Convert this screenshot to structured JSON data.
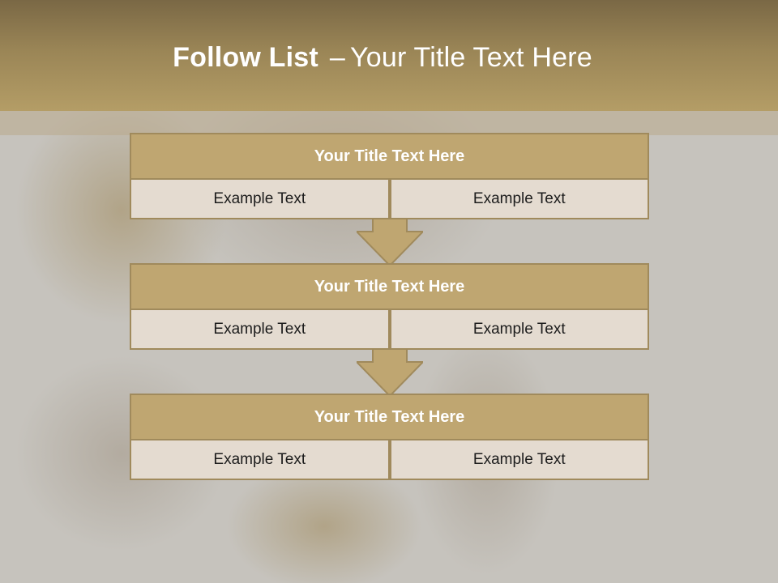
{
  "slide": {
    "title_bold": "Follow List",
    "title_separator": "–",
    "title_rest": "Your Title Text Here"
  },
  "colors": {
    "header": "#9a8556",
    "block_title": "#bfa671",
    "block_border": "#a08a5c",
    "cell": "#e4dbd0",
    "background": "#c6c3bd"
  },
  "blocks": [
    {
      "title": "Your Title Text Here",
      "cells": [
        "Example Text",
        "Example Text"
      ]
    },
    {
      "title": "Your Title Text Here",
      "cells": [
        "Example Text",
        "Example Text"
      ]
    },
    {
      "title": "Your Title Text Here",
      "cells": [
        "Example Text",
        "Example Text"
      ]
    }
  ],
  "icons": [
    "down-arrow-icon",
    "down-arrow-icon"
  ]
}
